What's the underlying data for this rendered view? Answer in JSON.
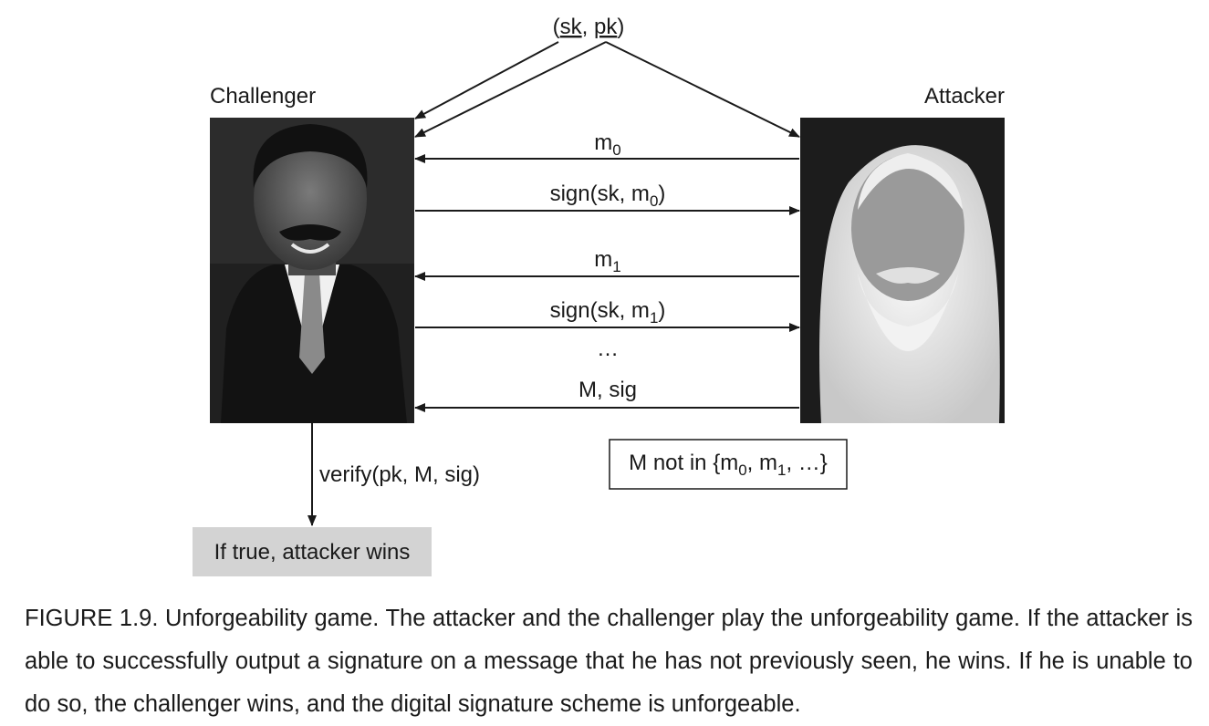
{
  "keypair": {
    "sk": "sk",
    "pk": "pk",
    "open": "(",
    "sep": ", ",
    "close": ")"
  },
  "challenger": {
    "label": "Challenger"
  },
  "attacker": {
    "label": "Attacker"
  },
  "messages": [
    {
      "main": "m",
      "sub": "0",
      "tail": ""
    },
    {
      "main": "sign(sk, m",
      "sub": "0",
      "tail": ")"
    },
    {
      "main": "m",
      "sub": "1",
      "tail": ""
    },
    {
      "main": "sign(sk, m",
      "sub": "1",
      "tail": ")"
    },
    {
      "main": "…",
      "sub": "",
      "tail": ""
    },
    {
      "main": "M, sig",
      "sub": "",
      "tail": ""
    }
  ],
  "constraint": {
    "a": "M not in {m",
    "sub1": "0",
    "b": ", m",
    "sub2": "1",
    "c": ", …}"
  },
  "verify": {
    "label": "verify(pk, M, sig)"
  },
  "result": {
    "label": "If true, attacker wins"
  },
  "caption": "FIGURE 1.9. Unforgeability game. The attacker and the challenger play the unforgeability game. If the attacker is able to successfully output a signature on a message that he has not previously seen, he wins. If he is unable to do so, the challenger wins, and the digital signature scheme is unforgeable.",
  "colors": {
    "ink": "#1a1a1a",
    "result_box": "#d3d3d3",
    "photo_dark": "#1c1c1c",
    "photo_light": "#f4f4f4"
  }
}
